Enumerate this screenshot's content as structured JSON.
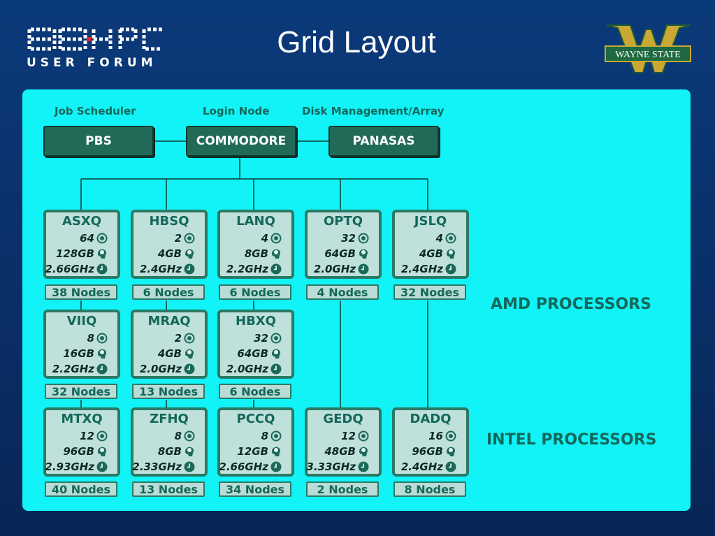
{
  "slide": {
    "title": "Grid Layout",
    "logo_left_text": "USER FORUM",
    "logo_right_text": "WAYNE STATE"
  },
  "top": [
    {
      "label": "Job Scheduler",
      "box": "PBS"
    },
    {
      "label": "Login Node",
      "box": "COMMODORE"
    },
    {
      "label": "Disk Management/Array",
      "box": "PANASAS"
    }
  ],
  "amd": [
    {
      "name": "ASXQ",
      "cores": "64",
      "mem": "128GB",
      "speed": "2.66GHz",
      "count": "38 Nodes"
    },
    {
      "name": "HBSQ",
      "cores": "2",
      "mem": "4GB",
      "speed": "2.4GHz",
      "count": "6 Nodes"
    },
    {
      "name": "LANQ",
      "cores": "4",
      "mem": "8GB",
      "speed": "2.2GHz",
      "count": "6 Nodes"
    },
    {
      "name": "OPTQ",
      "cores": "32",
      "mem": "64GB",
      "speed": "2.0GHz",
      "count": "4 Nodes"
    },
    {
      "name": "JSLQ",
      "cores": "4",
      "mem": "4GB",
      "speed": "2.4GHz",
      "count": "32 Nodes"
    },
    {
      "name": "VIIQ",
      "cores": "8",
      "mem": "16GB",
      "speed": "2.2GHz",
      "count": "32 Nodes"
    },
    {
      "name": "MRAQ",
      "cores": "2",
      "mem": "4GB",
      "speed": "2.0GHz",
      "count": "13 Nodes"
    },
    {
      "name": "HBXQ",
      "cores": "32",
      "mem": "64GB",
      "speed": "2.0GHz",
      "count": "6 Nodes"
    }
  ],
  "intel": [
    {
      "name": "MTXQ",
      "cores": "12",
      "mem": "96GB",
      "speed": "2.93GHz",
      "count": "40 Nodes"
    },
    {
      "name": "ZFHQ",
      "cores": "8",
      "mem": "8GB",
      "speed": "2.33GHz",
      "count": "13 Nodes"
    },
    {
      "name": "PCCQ",
      "cores": "8",
      "mem": "12GB",
      "speed": "2.66GHz",
      "count": "34 Nodes"
    },
    {
      "name": "GEDQ",
      "cores": "12",
      "mem": "48GB",
      "speed": "3.33GHz",
      "count": "2 Nodes"
    },
    {
      "name": "DADQ",
      "cores": "16",
      "mem": "96GB",
      "speed": "2.4GHz",
      "count": "8 Nodes"
    }
  ],
  "labels": {
    "amd": "AMD PROCESSORS",
    "intel": "INTEL PROCESSORS"
  },
  "icons": {
    "cores": "cpu-core-icon",
    "memory": "memory-head-icon",
    "speed": "clock-icon"
  },
  "colors": {
    "background": "#0a2f68",
    "panel": "#11f3f7",
    "box_dark": "#226a58",
    "node_fill": "#bfe0db",
    "node_border": "#2a7a64",
    "text_teal": "#12685a"
  }
}
